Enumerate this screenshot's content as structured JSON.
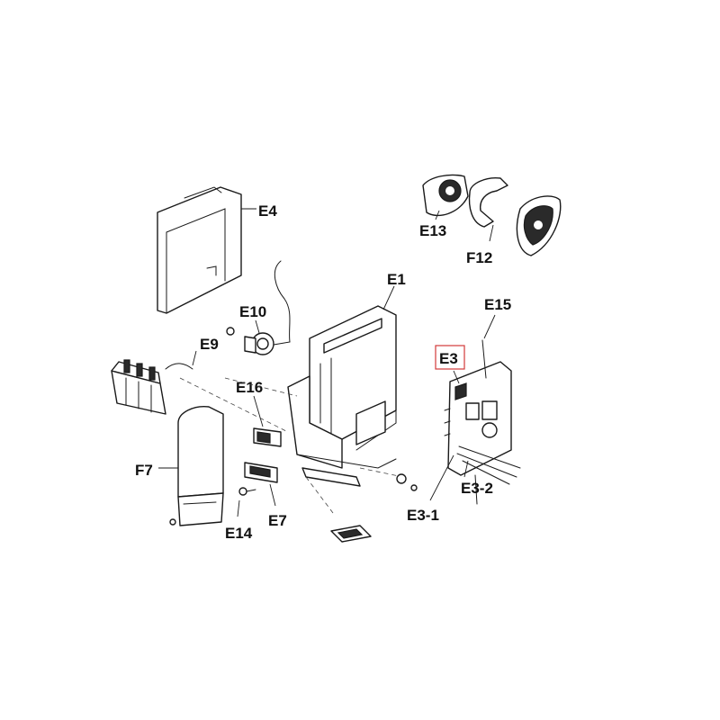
{
  "labels": {
    "e1": "E1",
    "e3": "E3",
    "e3_1": "E3-1",
    "e3_2": "E3-2",
    "e4": "E4",
    "e7": "E7",
    "e9": "E9",
    "e10": "E10",
    "e13": "E13",
    "e14": "E14",
    "e15": "E15",
    "e16": "E16",
    "f7": "F7",
    "f12": "F12"
  },
  "highlight": {
    "label": "E3",
    "color": "#d23a3a"
  }
}
